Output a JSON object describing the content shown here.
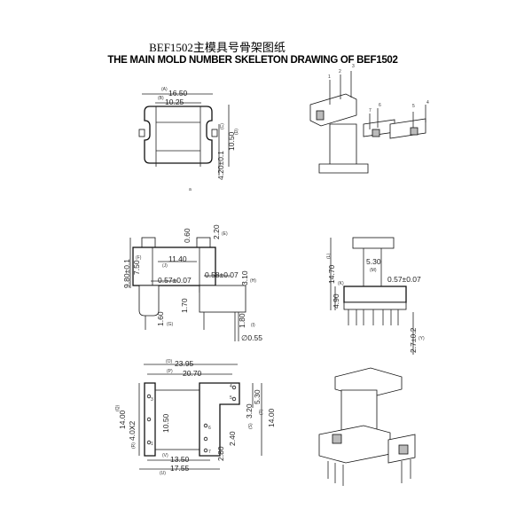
{
  "title_cn": "BEF1502主模具号骨架图纸",
  "title_en": "THE MAIN MOLD NUMBER SKELETON DRAWING OF BEF1502",
  "top_view": {
    "dims": [
      "16.50",
      "10.25",
      "10.50",
      "4.20±0.1"
    ],
    "tags": [
      "(A)",
      "(B)",
      "(C)",
      "(D)"
    ],
    "marker": "a"
  },
  "iso_top": {
    "pins": [
      "1",
      "2",
      "3",
      "4",
      "5",
      "6",
      "7"
    ]
  },
  "front_view": {
    "dims": [
      "0.60",
      "2.20",
      "9.80±0.1",
      "7.50",
      "11.40",
      "0.57±0.07",
      "0.58±0.07",
      "3.10",
      "1.60",
      "1.70",
      "1.80",
      "∅0.55"
    ],
    "tags": [
      "(E)",
      "(F)",
      "(J)",
      "(H)",
      "(G)",
      "(I)"
    ]
  },
  "side_view": {
    "dims": [
      "14.70",
      "5.30",
      "0.57±0.07",
      "4.90",
      "2.7±0.2"
    ],
    "tags": [
      "(L)",
      "(M)",
      "(K)",
      "(Y)"
    ]
  },
  "bottom_view": {
    "dims": [
      "23.95",
      "20.70",
      "14.00",
      "4.0X2",
      "10.50",
      "5.30",
      "3.20",
      "2.40",
      "2.80",
      "13.50",
      "17.55",
      "14.00"
    ],
    "tags": [
      "(O)",
      "(P)",
      "(Q)",
      "(R)",
      "(S)",
      "(T)",
      "(V)",
      "(U)"
    ],
    "pins": [
      "3",
      "1",
      "4",
      "5",
      "6",
      "7"
    ]
  }
}
